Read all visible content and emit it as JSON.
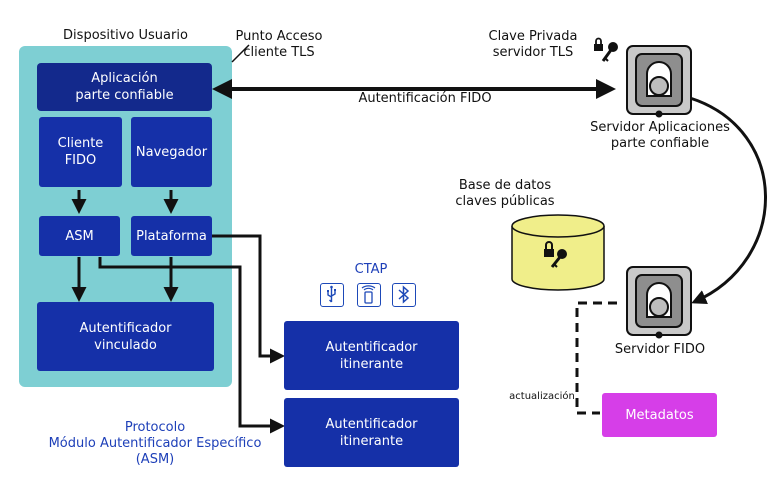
{
  "device": {
    "title": "Dispositivo Usuario"
  },
  "access_point": {
    "label": "Punto Acceso\ncliente TLS"
  },
  "private_key": {
    "label": "Clave Privada\nservidor TLS"
  },
  "app_box": {
    "label": "Aplicación\nparte confiable"
  },
  "fido_auth": {
    "label": "Autentificación FIDO"
  },
  "client_box": {
    "label": "Cliente\nFIDO"
  },
  "browser_box": {
    "label": "Navegador"
  },
  "asm_box": {
    "label": "ASM"
  },
  "platform_box": {
    "label": "Plataforma"
  },
  "bound_auth_box": {
    "label": "Autentificador\nvinculado"
  },
  "roaming_auth_1": {
    "label": "Autentificador\nitinerante"
  },
  "roaming_auth_2": {
    "label": "Autentificador\nitinerante"
  },
  "ctap": {
    "label": "CTAP",
    "icons": [
      "usb-icon",
      "nfc-icon",
      "bluetooth-icon"
    ]
  },
  "app_server": {
    "label": "Servidor Aplicaciones\nparte confiable"
  },
  "database": {
    "label": "Base de datos\nclaves públicas"
  },
  "fido_server": {
    "label": "Servidor FIDO"
  },
  "update": {
    "label": "actualización"
  },
  "metadata_box": {
    "label": "Metadatos"
  },
  "protocol": {
    "label": "Protocolo\nMódulo Autentificador Específico\n(ASM)"
  },
  "colors": {
    "panel": "#7ecfd3",
    "box": "#1530a8",
    "app": "#13298c",
    "metadata": "#d63ee8",
    "db": "#f0ee8a",
    "server": "#c9c9c9"
  }
}
